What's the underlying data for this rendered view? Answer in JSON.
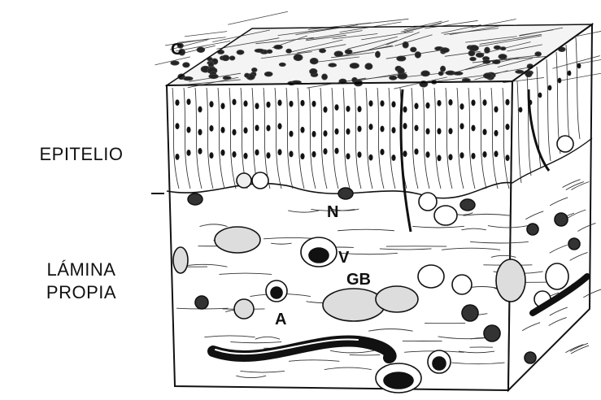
{
  "diagram": {
    "side_labels": {
      "epitelio": "EPITELIO",
      "lamina_line1": "LÁMINA",
      "lamina_line2": "PROPIA"
    },
    "annotations": {
      "c": "C",
      "n": "N",
      "v": "V",
      "gb": "GB",
      "a": "A"
    },
    "colors": {
      "ink": "#111111",
      "paper": "#ffffff"
    }
  }
}
